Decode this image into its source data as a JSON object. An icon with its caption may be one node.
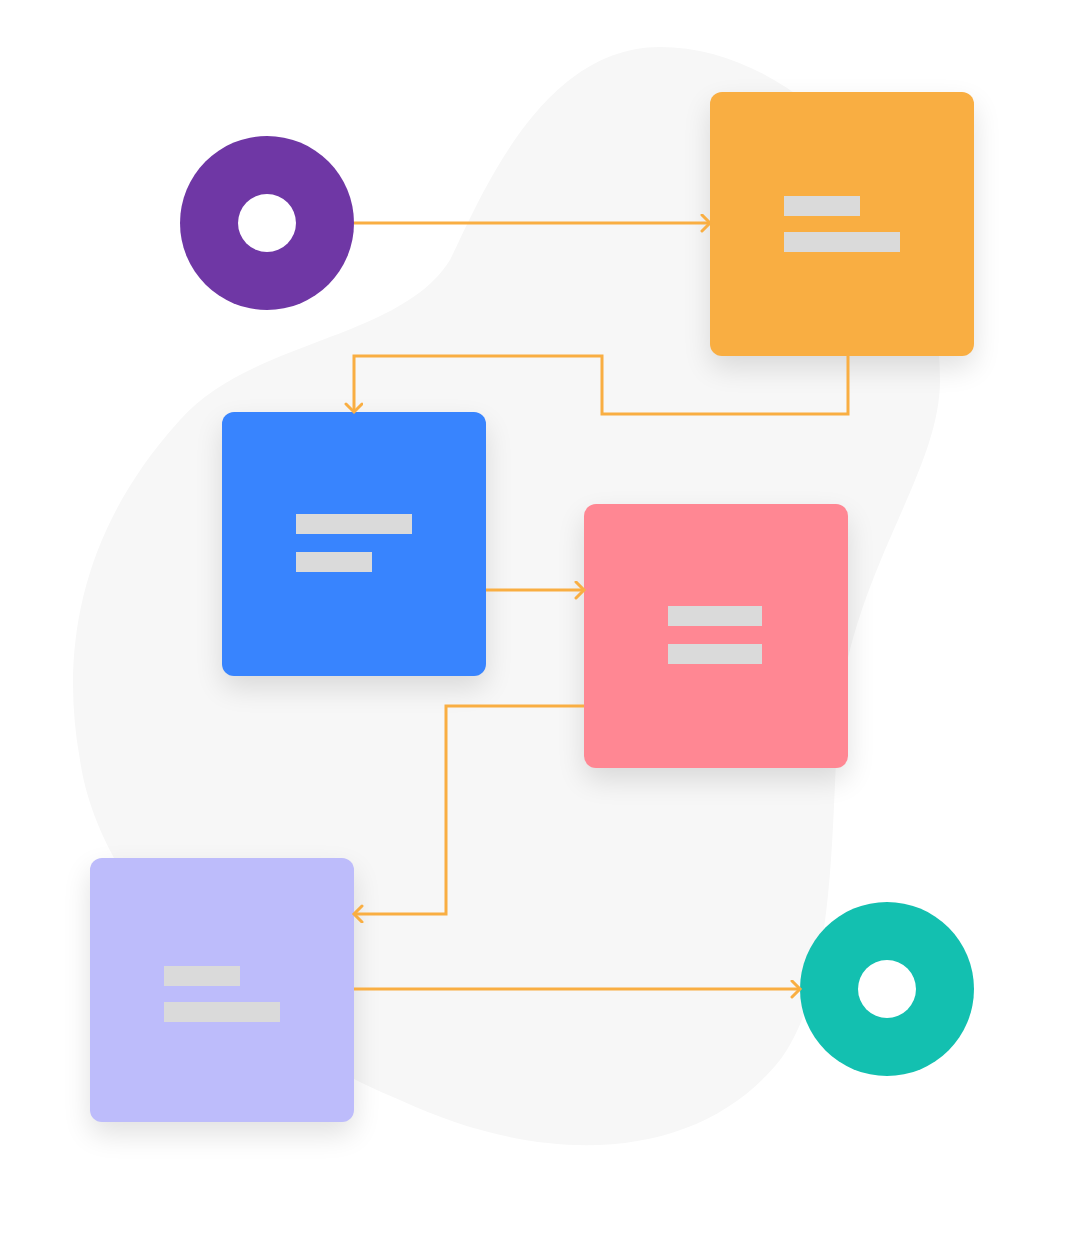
{
  "diagram": {
    "nodes": [
      {
        "text": [],
        "shape": "circle"
      },
      {
        "text": [],
        "shape": "box"
      },
      {
        "text": [],
        "shape": "box"
      },
      {
        "text": [],
        "shape": "box"
      },
      {
        "text": [],
        "shape": "box"
      },
      {
        "text": [],
        "shape": "circle"
      }
    ],
    "edges": [
      {
        "from": 0,
        "to": 1,
        "arrow": "to"
      },
      {
        "from": 1,
        "to": 2,
        "arrow": "to"
      },
      {
        "from": 2,
        "to": 3,
        "arrow": "to"
      },
      {
        "from": 3,
        "to": 4,
        "arrow": "to"
      },
      {
        "from": 4,
        "to": 5,
        "arrow": "to"
      }
    ]
  }
}
